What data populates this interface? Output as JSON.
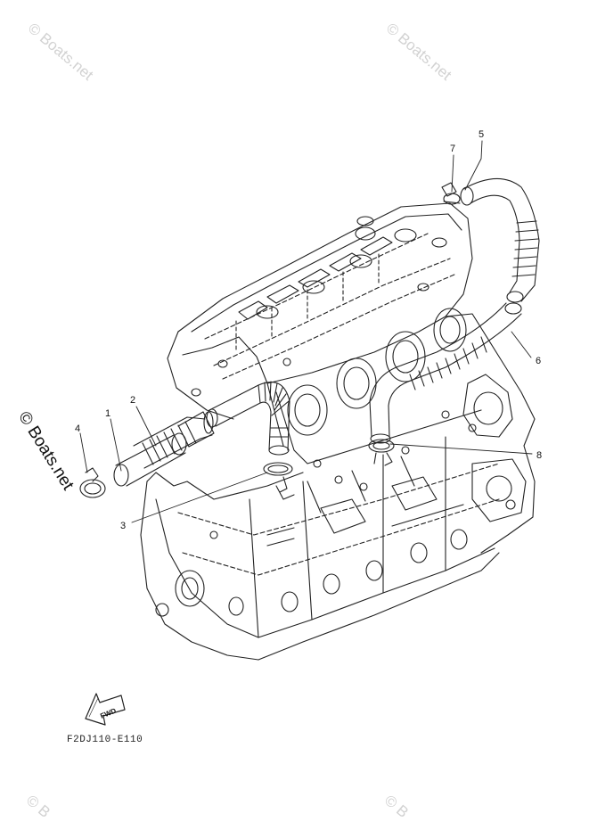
{
  "callouts": [
    {
      "id": "1",
      "label": "1"
    },
    {
      "id": "2",
      "label": "2"
    },
    {
      "id": "3",
      "label": "3"
    },
    {
      "id": "4",
      "label": "4"
    },
    {
      "id": "5",
      "label": "5"
    },
    {
      "id": "6",
      "label": "6"
    },
    {
      "id": "7",
      "label": "7"
    },
    {
      "id": "8",
      "label": "8"
    }
  ],
  "fwd_label": "FWD",
  "drawing_code": "F2DJ110-E110",
  "watermarks": {
    "top_left": "© Boats.net",
    "top_right": "© Boats.net",
    "left_side": "© Boats.net",
    "bottom_left": "© B",
    "bottom_right": "© B"
  },
  "colors": {
    "line": "#222222",
    "watermark": "#d2d2d2"
  }
}
